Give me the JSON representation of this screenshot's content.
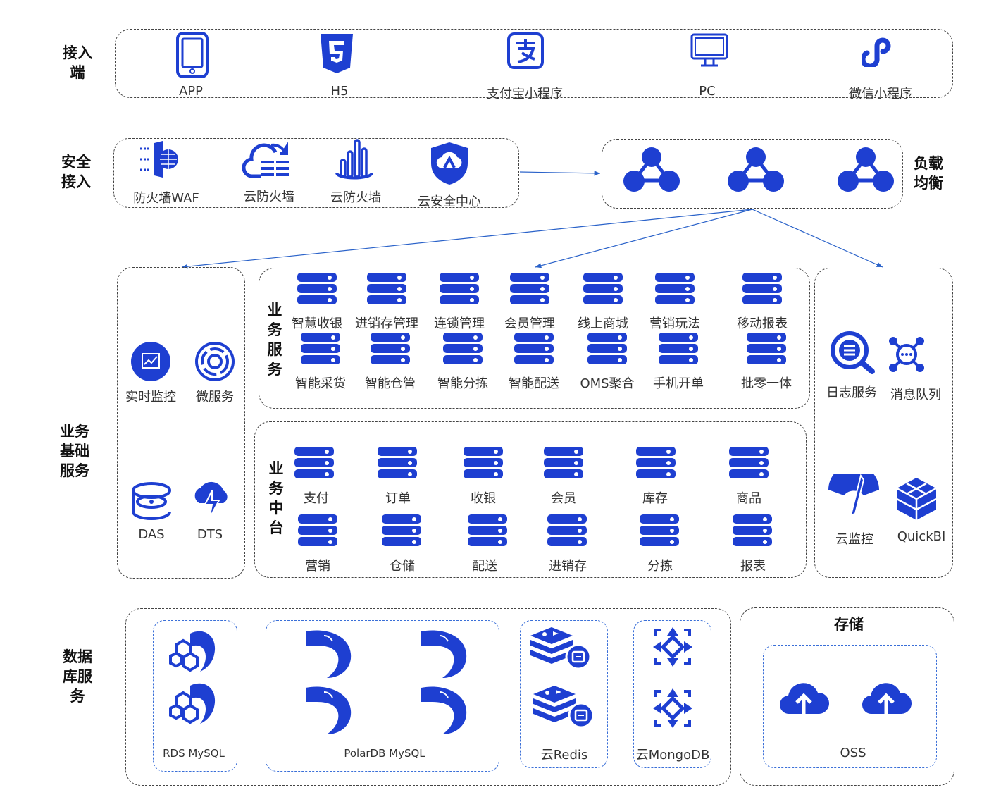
{
  "colors": {
    "accent": "#1e3fd1",
    "border": "#444444",
    "inner_border": "#3a6fd8"
  },
  "access": {
    "title_1": "接入",
    "title_2": "端",
    "items": [
      {
        "label": "APP",
        "icon": "phone-icon"
      },
      {
        "label": "H5",
        "icon": "html5-icon"
      },
      {
        "label": "支付宝小程序",
        "icon": "alipay-icon"
      },
      {
        "label": "PC",
        "icon": "monitor-icon"
      },
      {
        "label": "微信小程序",
        "icon": "wechat-miniprogram-icon"
      }
    ]
  },
  "security": {
    "title_1": "安全",
    "title_2": "接入",
    "items": [
      {
        "label": "防火墙WAF",
        "icon": "waf-icon"
      },
      {
        "label": "云防火墙",
        "icon": "cloud-firewall-icon"
      },
      {
        "label": "云防火墙",
        "icon": "firewall-bars-icon"
      },
      {
        "label": "云安全中心",
        "icon": "shield-icon"
      }
    ]
  },
  "load_balance": {
    "title_1": "负载",
    "title_2": "均衡",
    "nodes": 3
  },
  "foundation": {
    "title_1": "业务",
    "title_2": "基础",
    "title_3": "服务",
    "left": [
      {
        "label": "实时监控",
        "icon": "monitor-chart-icon"
      },
      {
        "label": "微服务",
        "icon": "microservice-icon"
      },
      {
        "label": "DAS",
        "icon": "das-icon"
      },
      {
        "label": "DTS",
        "icon": "dts-icon"
      }
    ],
    "right": [
      {
        "label": "日志服务",
        "icon": "log-search-icon"
      },
      {
        "label": "消息队列",
        "icon": "message-queue-icon"
      },
      {
        "label": "云监控",
        "icon": "cloud-monitor-icon"
      },
      {
        "label": "QuickBI",
        "icon": "quickbi-icon"
      }
    ]
  },
  "business_services": {
    "title": [
      "业",
      "务",
      "服",
      "务"
    ],
    "row1": [
      "智慧收银",
      "进销存管理",
      "连锁管理",
      "会员管理",
      "线上商城",
      "营销玩法",
      "移动报表"
    ],
    "row2": [
      "智能采货",
      "智能仓管",
      "智能分拣",
      "智能配送",
      "OMS聚合",
      "手机开单",
      "批零一体"
    ]
  },
  "business_middle": {
    "title": [
      "业",
      "务",
      "中",
      "台"
    ],
    "row1": [
      "支付",
      "订单",
      "收银",
      "会员",
      "库存",
      "商品"
    ],
    "row2": [
      "营销",
      "仓储",
      "配送",
      "进销存",
      "分拣",
      "报表"
    ]
  },
  "database": {
    "title_1": "数据",
    "title_2": "库服",
    "title_3": "务",
    "groups": [
      {
        "label": "RDS MySQL"
      },
      {
        "label": "PolarDB MySQL"
      },
      {
        "label": "云Redis"
      },
      {
        "label": "云MongoDB"
      }
    ]
  },
  "storage": {
    "title": "存储",
    "label": "OSS"
  }
}
